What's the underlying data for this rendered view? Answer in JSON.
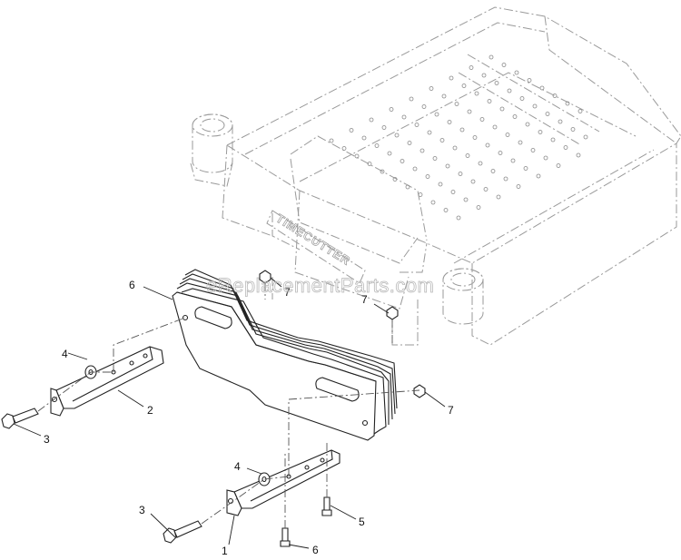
{
  "watermark": "eReplacementParts.com",
  "deck_brand": "TIMECUTTER",
  "callouts": [
    {
      "id": "c1",
      "label": "1"
    },
    {
      "id": "c2",
      "label": "2"
    },
    {
      "id": "c3a",
      "label": "3"
    },
    {
      "id": "c3b",
      "label": "3"
    },
    {
      "id": "c4a",
      "label": "4"
    },
    {
      "id": "c4b",
      "label": "4"
    },
    {
      "id": "c5",
      "label": "5"
    },
    {
      "id": "c6a",
      "label": "6"
    },
    {
      "id": "c6b",
      "label": "6"
    },
    {
      "id": "c7a",
      "label": "7"
    },
    {
      "id": "c7b",
      "label": "7"
    },
    {
      "id": "c7c",
      "label": "7"
    }
  ]
}
